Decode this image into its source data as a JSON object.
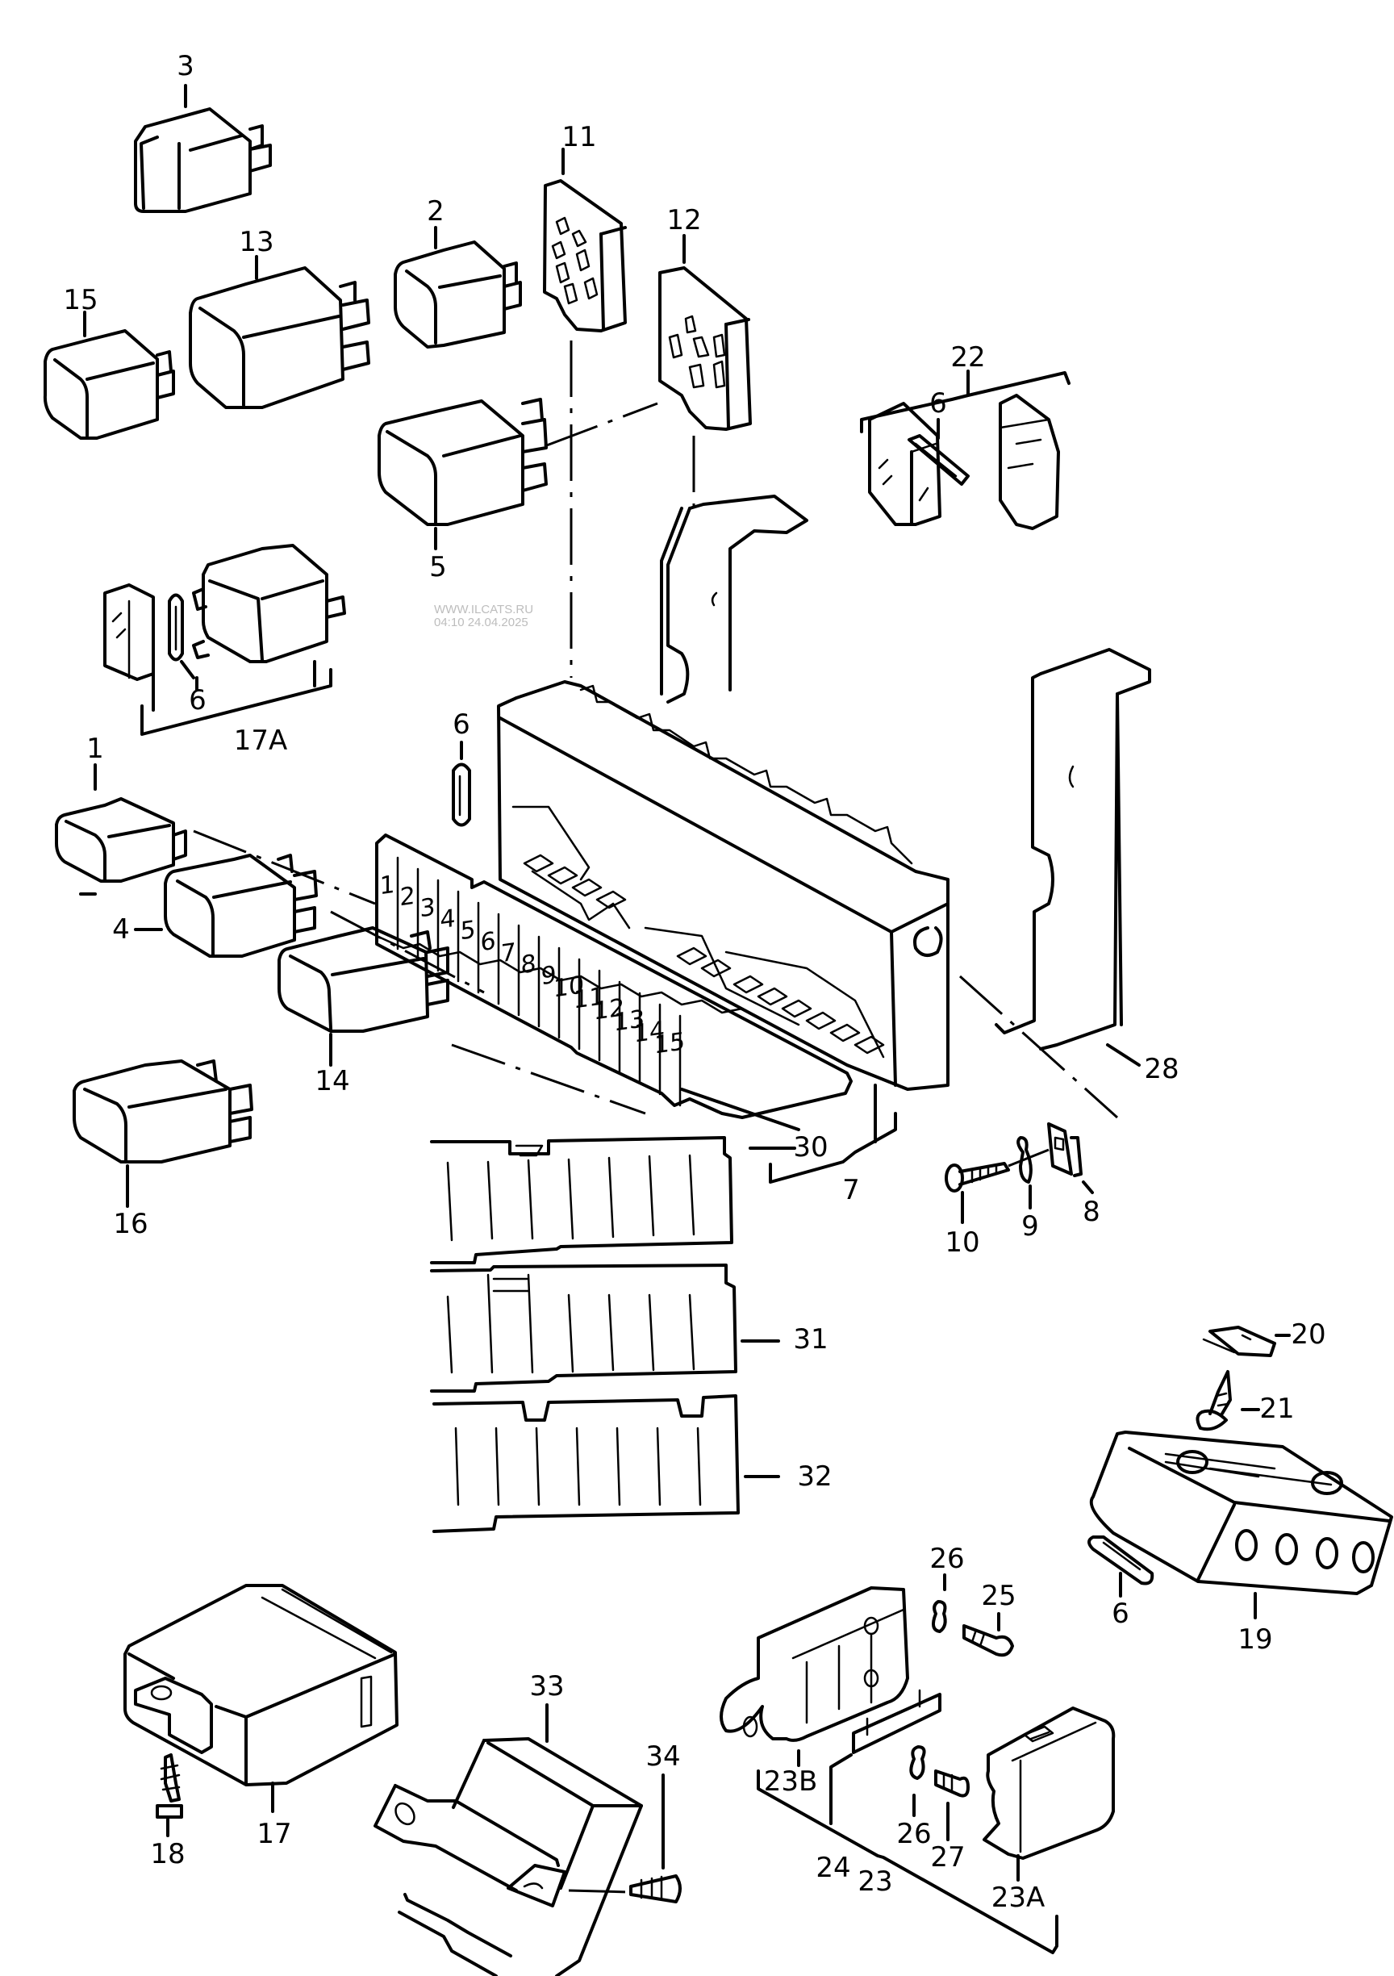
{
  "watermark": {
    "site": "WWW.ILCATS.RU",
    "timestamp": "04:10 24.04.2025"
  },
  "callouts": {
    "relay_3": "3",
    "relay_13": "13",
    "relay_15": "15",
    "relay_2": "2",
    "socket_11": "11",
    "socket_12": "12",
    "relay_5": "5",
    "group_22": "22",
    "fuse_6_group22": "6",
    "fuse_6_group17a": "6",
    "group_17a": "17A",
    "fuse_6_center": "6",
    "relay_1": "1",
    "relay_4": "4",
    "relay_14": "14",
    "relay_16": "16",
    "bracket_28": "28",
    "strip_30": "30",
    "group_7": "7",
    "screw_10": "10",
    "washer_9": "9",
    "clip_8": "8",
    "cover_31": "31",
    "cover_32": "32",
    "clipnut_20": "20",
    "screw_21": "21",
    "fuse_6_right": "6",
    "holder_19": "19",
    "module_17": "17",
    "screw_18": "18",
    "bracket_33": "33",
    "screw_34": "34",
    "washer_26_top": "26",
    "screw_25": "25",
    "part_23b": "23B",
    "washer_26_bottom": "26",
    "screw_27": "27",
    "part_24": "24",
    "group_23": "23",
    "part_23a": "23A"
  },
  "fuse_strip_numbers": [
    "1",
    "2",
    "3",
    "4",
    "5",
    "6",
    "7",
    "8",
    "9",
    "10",
    "11",
    "12",
    "13",
    "14",
    "15"
  ]
}
